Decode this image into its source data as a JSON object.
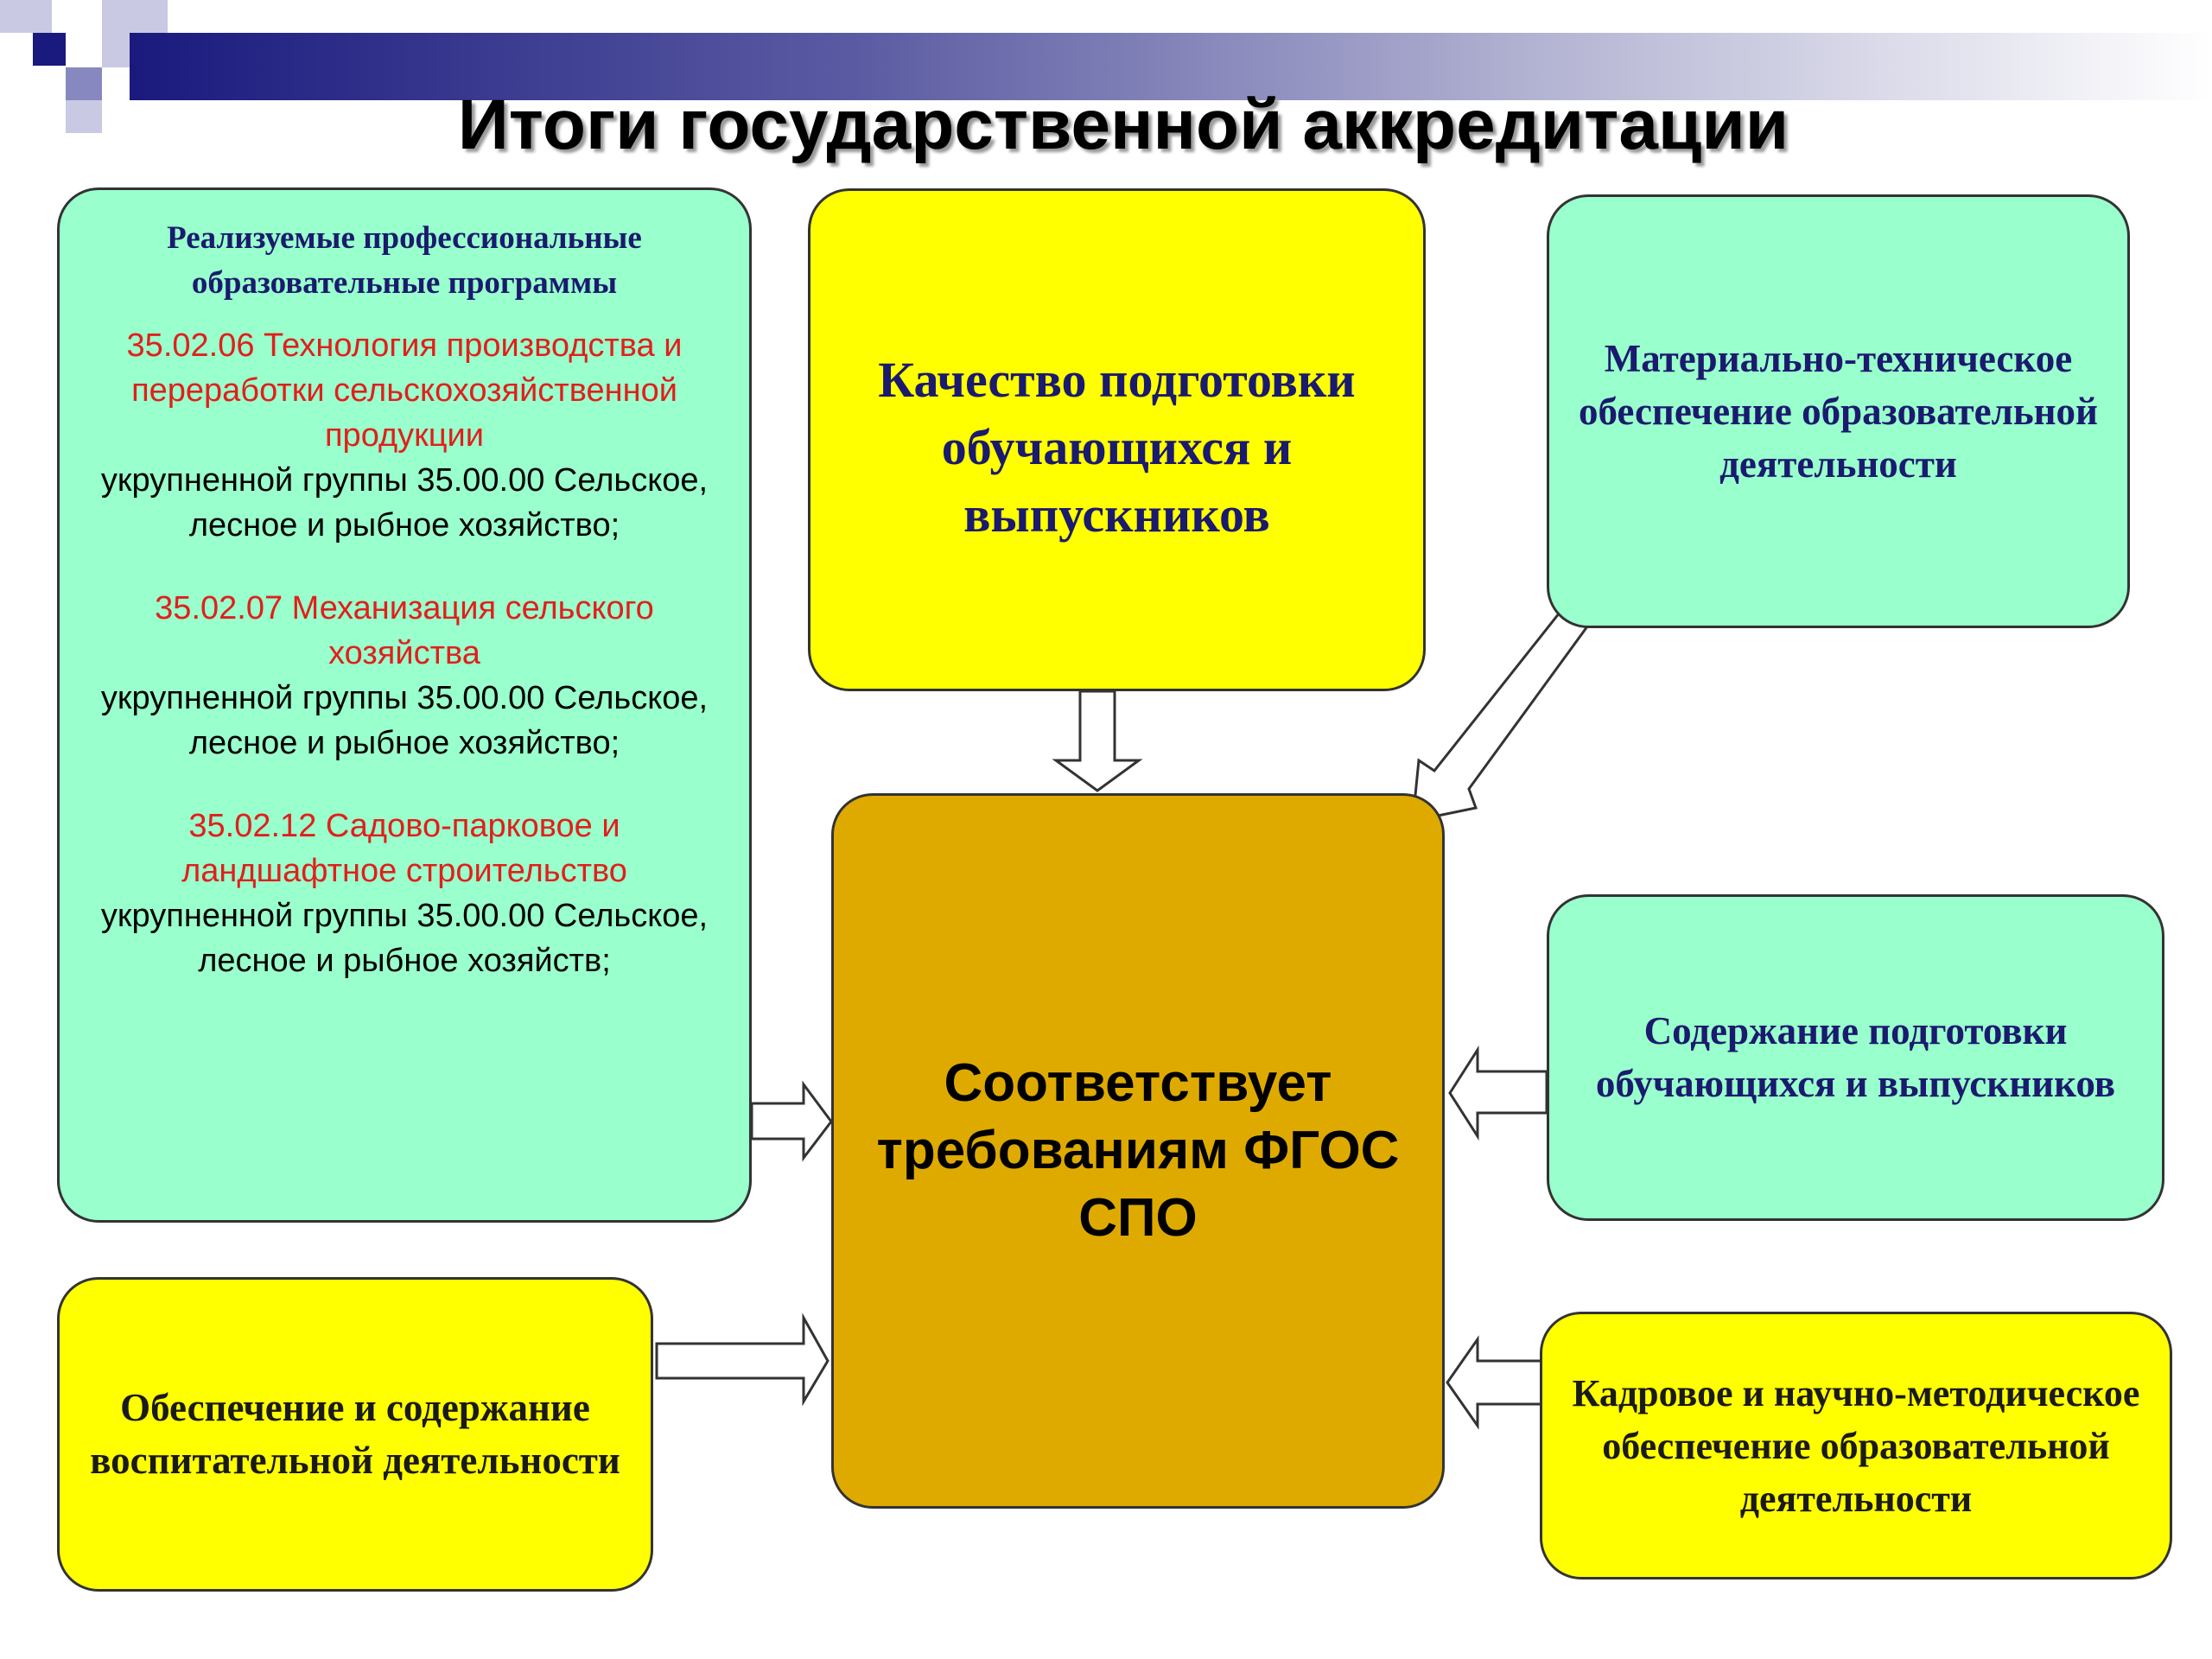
{
  "title": "Итоги государственной аккредитации",
  "colors": {
    "green": "#99ffcc",
    "yellow": "#ffff00",
    "gold": "#dfaa00",
    "navy_text": "#1a1a6e",
    "red_text": "#e0201c"
  },
  "programs_box": {
    "heading": "Реализуемые  профессиональные образовательные программы",
    "programs": [
      {
        "code_title": "35.02.06 Технология производства и переработки сельскохозяйственной продукции",
        "group": "укрупненной группы 35.00.00 Сельское, лесное и рыбное хозяйство;"
      },
      {
        "code_title": "35.02.07 Механизация сельского хозяйства",
        "group": "укрупненной группы 35.00.00 Сельское, лесное и рыбное хозяйство;"
      },
      {
        "code_title": "35.02.12 Садово-парковое и ландшафтное строительство",
        "group": "укрупненной группы 35.00.00 Сельское, лесное и рыбное хозяйств;"
      }
    ]
  },
  "quality_box": {
    "text": "Качество подготовки обучающихся и выпускников"
  },
  "material_box": {
    "text": "Материально-техническое обеспечение образовательной деятельности"
  },
  "center_box": {
    "text": "Соответствует требованиям ФГОС СПО"
  },
  "content_box": {
    "text": "Содержание подготовки обучающихся и выпускников"
  },
  "education_box": {
    "text": "Обеспечение и содержание воспитательной деятельности"
  },
  "staff_box": {
    "text": "Кадровое и научно-методическое обеспечение образовательной деятельности"
  }
}
